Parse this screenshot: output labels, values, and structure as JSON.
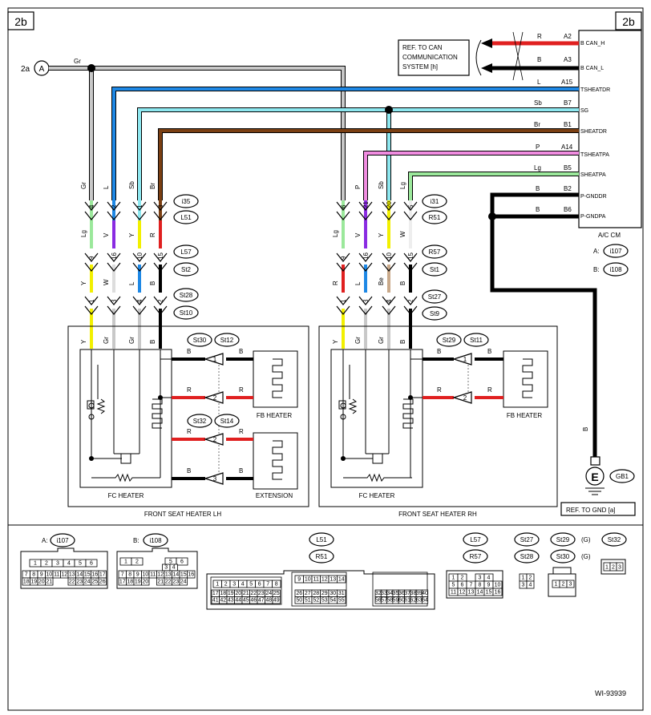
{
  "page_tag_left": "2b",
  "page_tag_right": "2b",
  "from_ref": {
    "label": "2a",
    "letter": "A",
    "wire": "Gr"
  },
  "can_ref": {
    "lines": [
      "REF. TO CAN",
      "COMMUNICATION",
      "SYSTEM [h]"
    ]
  },
  "acm": {
    "title": "A/C CM",
    "conn_a_label": "A:",
    "conn_a": "i107",
    "conn_b_label": "B:",
    "conn_b": "i108",
    "pins": [
      {
        "color": "R",
        "pin": "A2",
        "name": "B CAN_H"
      },
      {
        "color": "B",
        "pin": "A3",
        "name": "B CAN_L"
      },
      {
        "color": "L",
        "pin": "A15",
        "name": "TSHEATDR"
      },
      {
        "color": "Sb",
        "pin": "B7",
        "name": "SG"
      },
      {
        "color": "Br",
        "pin": "B1",
        "name": "SHEATDR"
      },
      {
        "color": "P",
        "pin": "A14",
        "name": "TSHEATPA"
      },
      {
        "color": "Lg",
        "pin": "B5",
        "name": "SHEATPA"
      },
      {
        "color": "B",
        "pin": "B2",
        "name": "P-GNDDR"
      },
      {
        "color": "B",
        "pin": "B6",
        "name": "P-GNDPA"
      }
    ]
  },
  "lh": {
    "top_colors": [
      "Gr",
      "L",
      "Sb",
      "Br"
    ],
    "top_pins": [
      "4",
      "2",
      "1",
      "3"
    ],
    "conn1": [
      "i35",
      "L51"
    ],
    "mid_colors": [
      "Lg",
      "V",
      "Y",
      "R"
    ],
    "mid_pins": [
      "9",
      "16",
      "10",
      "15"
    ],
    "conn2": [
      "L57",
      "St2"
    ],
    "low_colors": [
      "Y",
      "W",
      "L",
      "B"
    ],
    "low_pins": [
      "1",
      "3",
      "4",
      "2"
    ],
    "conn3": [
      "St28",
      "St10"
    ],
    "box_colors": [
      "Y",
      "Gr",
      "Gr",
      "B"
    ],
    "fc_label": "FC HEATER",
    "fb_label": "FB HEATER",
    "ext_label": "EXTENSION",
    "title": "FRONT SEAT HEATER LH",
    "conn_fb": [
      "St30",
      "St12"
    ],
    "conn_ext": [
      "St32",
      "St14"
    ],
    "fb_wires": [
      {
        "c": "B",
        "p": "1"
      },
      {
        "c": "R",
        "p": "2"
      }
    ],
    "ext_wires": [
      {
        "c": "R",
        "p": "2"
      },
      {
        "c": "B",
        "p": "3"
      }
    ]
  },
  "rh": {
    "top_colors": [
      "P",
      "Sb",
      "Lg"
    ],
    "top_pins": [
      "6",
      "21",
      "20",
      "5"
    ],
    "conn1": [
      "i31",
      "R51"
    ],
    "mid_colors": [
      "Lg",
      "V",
      "Y",
      "W"
    ],
    "mid_pins": [
      "9",
      "16",
      "10",
      "15"
    ],
    "conn2": [
      "R57",
      "St1"
    ],
    "low_colors": [
      "R",
      "L",
      "Be",
      "B"
    ],
    "low_pins": [
      "1",
      "3",
      "4",
      "2"
    ],
    "conn3": [
      "St27",
      "St9"
    ],
    "box_colors": [
      "Y",
      "Gr",
      "Gr",
      "B"
    ],
    "fc_label": "FC HEATER",
    "fb_label": "FB HEATER",
    "title": "FRONT SEAT HEATER RH",
    "conn_fb": [
      "St29",
      "St11"
    ],
    "fb_wires": [
      {
        "c": "B",
        "p": "1"
      },
      {
        "c": "R",
        "p": "2"
      }
    ]
  },
  "ground": {
    "wire": "B",
    "letter": "E",
    "conn": "GB1",
    "ref": "REF. TO GND [a]"
  },
  "connectors": {
    "a_label": "A:",
    "a": "i107",
    "b_label": "B:",
    "b": "i108",
    "l51": "L51",
    "r51": "R51",
    "l57": "L57",
    "r57": "R57",
    "st27": "St27",
    "st28": "St28",
    "st29": "St29",
    "st30": "St30",
    "g": "(G)",
    "st32": "St32",
    "a_rows": [
      [
        "1",
        "2",
        "3",
        "4",
        "5",
        "6"
      ],
      [
        "7",
        "8",
        "9",
        "10",
        "11",
        "12",
        "13",
        "14",
        "15",
        "16",
        "17"
      ],
      [
        "18",
        "19",
        "20",
        "21",
        "",
        "",
        "22",
        "23",
        "24",
        "25",
        "26"
      ]
    ],
    "b_rows": [
      [
        "1",
        "2",
        "",
        "",
        "5",
        "6"
      ],
      [
        "",
        "",
        "",
        "3",
        "4"
      ],
      [
        "7",
        "8",
        "9",
        "10",
        "11",
        "12",
        "13",
        "14",
        "15",
        "16"
      ],
      [
        "17",
        "18",
        "19",
        "20",
        "",
        "21",
        "22",
        "23",
        "24"
      ]
    ],
    "l51_rows": [
      [
        "1",
        "2",
        "3",
        "4",
        "5",
        "6",
        "7",
        "8",
        "9",
        "10",
        "11",
        "12",
        "13",
        "14",
        "15",
        "16"
      ],
      [
        "17",
        "18",
        "19",
        "20",
        "21",
        "22",
        "23",
        "24",
        "25",
        "26",
        "27",
        "28",
        "29",
        "30",
        "31",
        "32",
        "33",
        "34",
        "35",
        "36",
        "37",
        "38",
        "39",
        "40"
      ],
      [
        "41",
        "42",
        "43",
        "44",
        "45",
        "46",
        "47",
        "48",
        "49",
        "50",
        "51",
        "52",
        "53",
        "54",
        "55",
        "56",
        "57",
        "58",
        "59",
        "60",
        "61",
        "62",
        "63",
        "64"
      ]
    ],
    "l57_rows": [
      [
        "1",
        "2",
        "",
        "3",
        "4"
      ],
      [
        "5",
        "6",
        "7",
        "8",
        "9",
        "10"
      ],
      [
        "11",
        "12",
        "13",
        "14",
        "15",
        "16"
      ]
    ],
    "st27_pins": [
      "1",
      "2",
      "3",
      "4"
    ],
    "st29_pins": [
      "1",
      "2",
      "3"
    ],
    "st32_pins": [
      "1",
      "2",
      "3"
    ]
  },
  "figure_id": "WI-93939",
  "wire_colors": {
    "Gr": "#c8c8c8",
    "L": "#1e88e5",
    "Sb": "#8ee8f0",
    "Br": "#7b3f12",
    "P": "#f08ce0",
    "Lg": "#9be89b",
    "R": "#e02020",
    "B": "#000000",
    "Y": "#f2f000",
    "V": "#8a2be2",
    "W": "#ffffff",
    "Be": "#c9a98a"
  }
}
